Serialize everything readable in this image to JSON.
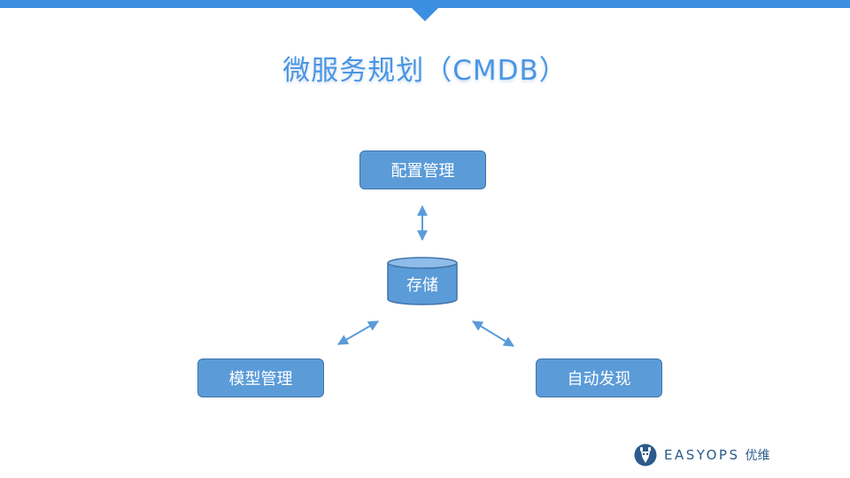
{
  "title": "微服务规划（CMDB）",
  "nodes": {
    "config": "配置管理",
    "storage": "存储",
    "model": "模型管理",
    "auto": "自动发现"
  },
  "brand": {
    "name": "EASYOPS",
    "cn": "优维"
  },
  "colors": {
    "accent": "#3c8ee0",
    "box_fill": "#5b9bd8",
    "box_border": "#3f74a9",
    "arrow": "#5b9bd8"
  }
}
